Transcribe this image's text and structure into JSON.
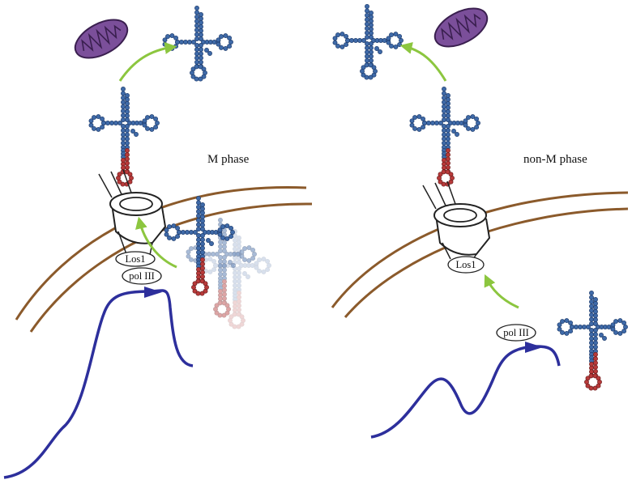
{
  "panels": {
    "left": {
      "phase_label": "M phase",
      "los1_label": "Los1",
      "pol_label": "pol III"
    },
    "right": {
      "phase_label": "non-M phase",
      "los1_label": "Los1",
      "pol_label": "pol III"
    }
  },
  "colors": {
    "trna_bead": "#3f6aa8",
    "trna_bead_stroke": "#1f3d6e",
    "intron_bead": "#b83a3a",
    "membrane": "#8b5a2b",
    "arrow": "#8cc63f",
    "dna": "#2d2f9c",
    "mitochondrion_fill": "#7b4f9a",
    "mitochondrion_stroke": "#3a1f4f"
  },
  "icons": [
    "trna-icon",
    "mitochondrion-icon",
    "nuclear-pore-icon",
    "dna-strand-icon",
    "arrow-icon"
  ]
}
